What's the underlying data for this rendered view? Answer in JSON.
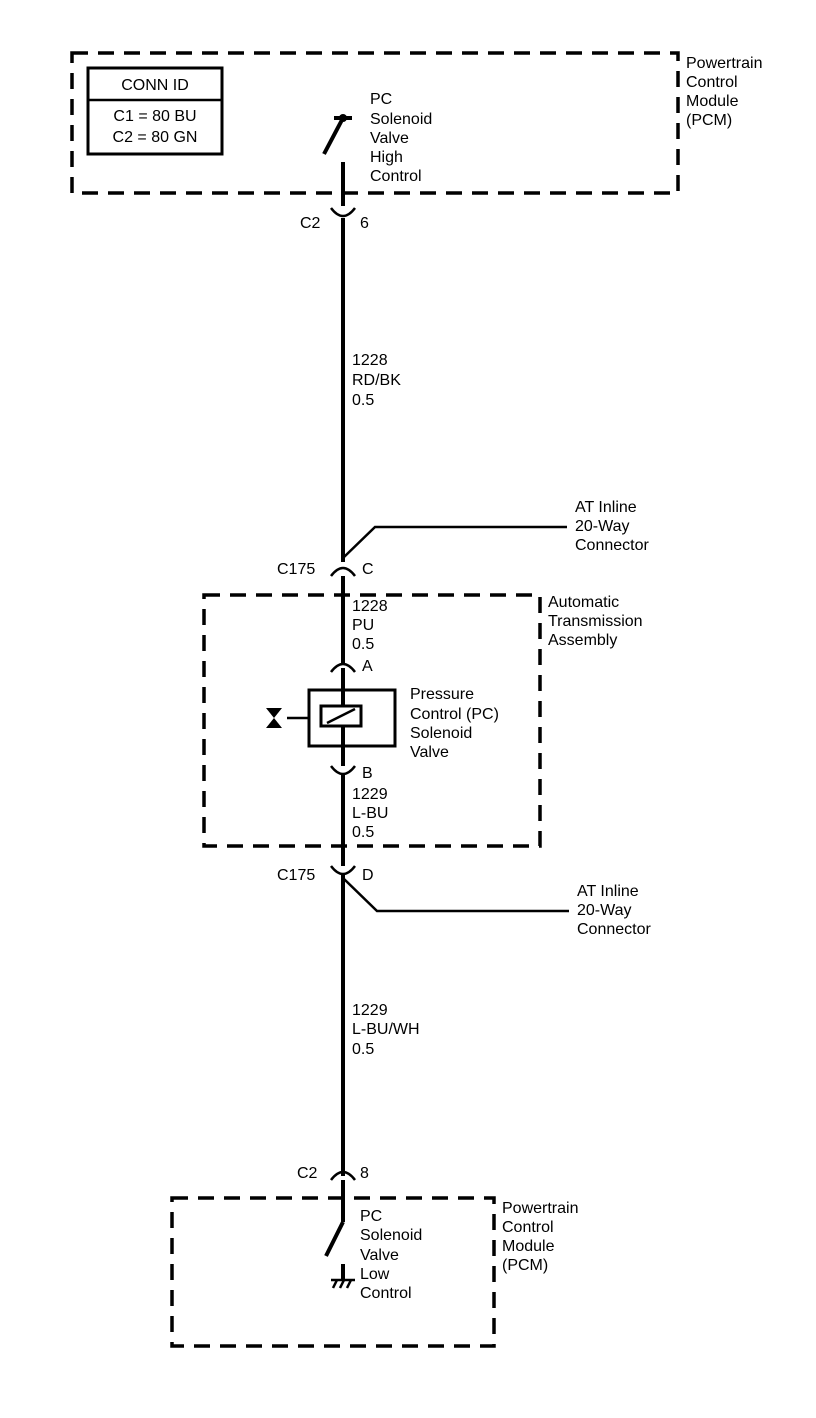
{
  "conn_id": {
    "title": "CONN ID",
    "rows": [
      "C1 = 80 BU",
      "C2 = 80 GN"
    ]
  },
  "pcm_top": {
    "label": [
      "Powertrain",
      "Control",
      "Module",
      "(PCM)"
    ],
    "switch_label": [
      "PC",
      "Solenoid",
      "Valve",
      "High",
      "Control"
    ]
  },
  "connector_c2_pin6": {
    "name": "C2",
    "pin": "6"
  },
  "wire_1": {
    "circuit": "1228",
    "color": "RD/BK",
    "size": "0.5"
  },
  "inline_top": {
    "label": [
      "AT Inline",
      "20-Way",
      "Connector"
    ],
    "name": "C175",
    "pin": "C"
  },
  "transmission": {
    "label": [
      "Automatic",
      "Transmission",
      "Assembly"
    ],
    "wire_in": {
      "circuit": "1228",
      "color": "PU",
      "size": "0.5"
    },
    "pin_a": "A",
    "solenoid_label": [
      "Pressure",
      "Control (PC)",
      "Solenoid",
      "Valve"
    ],
    "pin_b": "B",
    "wire_out": {
      "circuit": "1229",
      "color": "L-BU",
      "size": "0.5"
    }
  },
  "inline_bottom": {
    "label": [
      "AT Inline",
      "20-Way",
      "Connector"
    ],
    "name": "C175",
    "pin": "D"
  },
  "wire_2": {
    "circuit": "1229",
    "color": "L-BU/WH",
    "size": "0.5"
  },
  "connector_c2_pin8": {
    "name": "C2",
    "pin": "8"
  },
  "pcm_bottom": {
    "label": [
      "Powertrain",
      "Control",
      "Module",
      "(PCM)"
    ],
    "switch_label": [
      "PC",
      "Solenoid",
      "Valve",
      "Low",
      "Control"
    ]
  }
}
